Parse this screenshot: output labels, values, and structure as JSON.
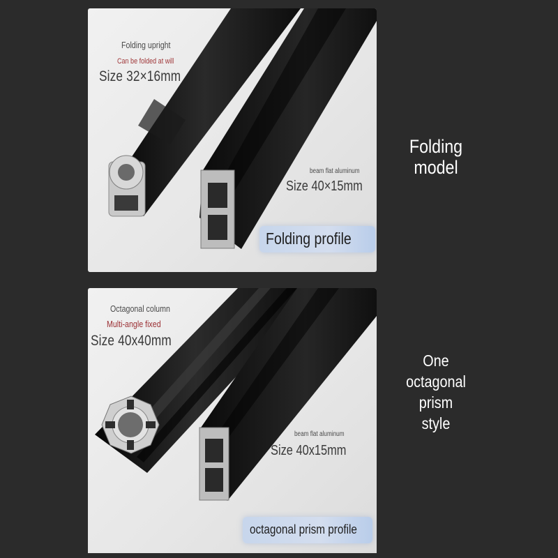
{
  "top_panel": {
    "upright_title": "Folding upright",
    "upright_note": "Can be folded at will",
    "upright_size": "Size 32×16mm",
    "beam_title": "beam flat aluminum",
    "beam_size": "Size 40×15mm",
    "profile_label": "Folding profile"
  },
  "top_side_text": {
    "line1": "Folding",
    "line2": "model"
  },
  "bottom_panel": {
    "column_title": "Octagonal column",
    "column_note": "Multi-angle fixed",
    "column_size": "Size 40x40mm",
    "beam_title": "beam flat aluminum",
    "beam_size": "Size 40x15mm",
    "profile_label": "octagonal prism profile"
  },
  "bottom_side_text": {
    "line1": "One",
    "line2": "octagonal",
    "line3": "prism",
    "line4": "style"
  },
  "colors": {
    "background": "#2b2b2b",
    "panel": "#ebebeb",
    "profile_black": "#141414",
    "accent_red": "#a0383a",
    "pill_blue": "#c7d6ec",
    "side_text": "#ffffff"
  }
}
